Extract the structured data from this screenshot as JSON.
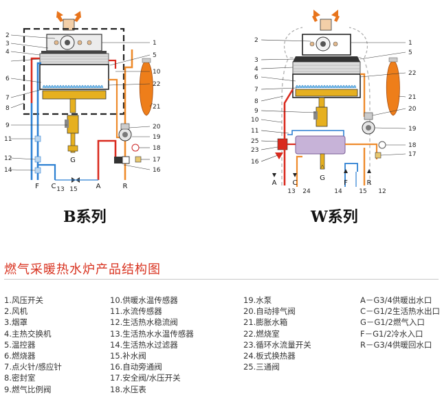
{
  "diagram_b": {
    "title": "B系列",
    "callouts": {
      "1": "1",
      "2": "2",
      "3": "3",
      "4": "4",
      "5": "5",
      "6": "6",
      "7": "7",
      "8": "8",
      "9": "9",
      "10": "10",
      "11": "11",
      "12": "12",
      "13": "13",
      "14": "14",
      "15": "15",
      "16": "16",
      "17": "17",
      "18": "18",
      "19": "19",
      "20": "20",
      "21": "21",
      "22": "22"
    },
    "ports": {
      "F": "F",
      "C": "C",
      "A": "A",
      "R": "R",
      "G": "G"
    }
  },
  "diagram_w": {
    "title": "W系列",
    "callouts": {
      "1": "1",
      "2": "2",
      "3": "3",
      "4": "4",
      "5": "5",
      "6": "6",
      "7": "7",
      "8": "8",
      "9": "9",
      "10": "10",
      "11": "11",
      "12": "12",
      "13": "13",
      "14": "14",
      "15": "15",
      "16": "16",
      "17": "17",
      "18": "18",
      "19": "19",
      "20": "20",
      "21": "21",
      "22": "22",
      "23": "23",
      "24": "24",
      "25": "25"
    },
    "ports": {
      "A": "A",
      "C": "C",
      "G": "G",
      "F": "F",
      "R": "R"
    }
  },
  "section_title": "燃气采暖热水炉产品结构图",
  "legend": {
    "col1": [
      "1.风压开关",
      "2.风机",
      "3.烟罩",
      "4.主热交换机",
      "5.温控器",
      "6.燃烧器",
      "7.点火针/感应针",
      "8.密封室",
      "9.燃气比例阀"
    ],
    "col2": [
      "10.供暖水温传感器",
      "11.水流传感器",
      "12.生活热水稳流阀",
      "13.生活热水水温传感器",
      "14.生活热水过滤器",
      "15.补水阀",
      "16.自动旁通阀",
      "17.安全阀/水压开关",
      "18.水压表"
    ],
    "col3": [
      "19.水泵",
      "20.自动排气阀",
      "21.膨胀水箱",
      "22.燃烧室",
      "23.循环水流量开关",
      "24.板式换热器",
      "25.三通阀"
    ],
    "col4": [
      "A－G3/4供暖出水口",
      "C－G1/2生活热水出口",
      "G－G1/2燃气入口",
      "F－G1/2冷水入口",
      "R－G3/4供暖回水口"
    ]
  }
}
